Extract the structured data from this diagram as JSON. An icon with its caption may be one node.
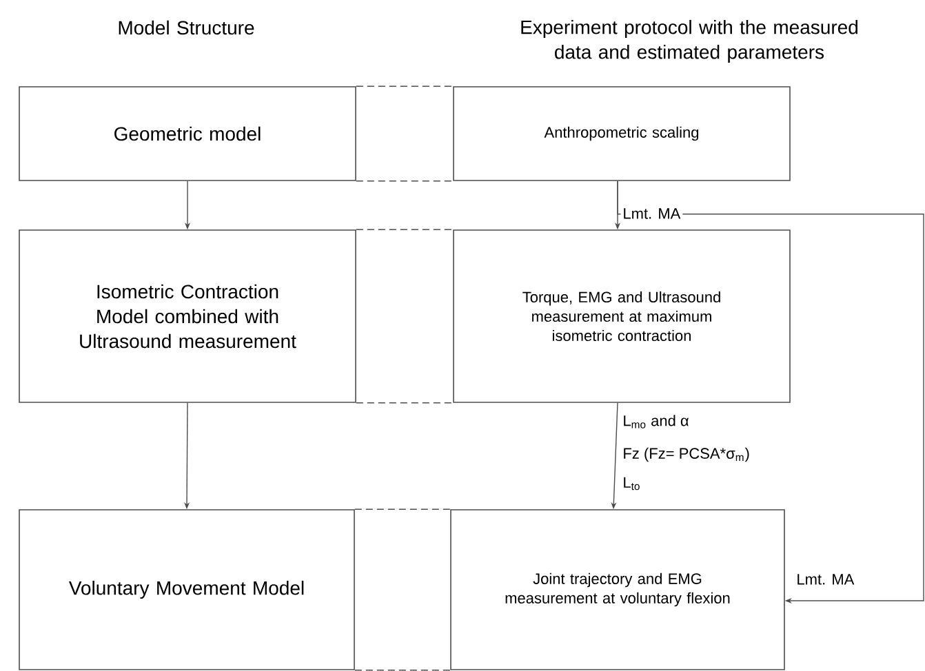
{
  "diagram": {
    "nodes": [
      {
        "text": [
          "Geometric model"
        ]
      },
      {
        "text": [
          "Anthropometric scaling"
        ]
      },
      {
        "text": [
          "Isometric Contraction Model combined with Ultrasound measurement"
        ]
      },
      {
        "text": [
          "Torque, EMG and Ultrasound measurement at maximum isometric contraction"
        ]
      },
      {
        "text": [
          "Voluntary Movement Model"
        ]
      },
      {
        "text": [
          "Joint trajectory and EMG measurement at voluntary flexion"
        ]
      }
    ],
    "edges": [
      {
        "from": 0,
        "to": 1,
        "arrow": "none",
        "style": "dashed"
      },
      {
        "from": 0,
        "to": 1,
        "arrow": "none",
        "style": "dashed"
      },
      {
        "from": 2,
        "to": 3,
        "arrow": "none",
        "style": "dashed"
      },
      {
        "from": 2,
        "to": 3,
        "arrow": "none",
        "style": "dashed"
      },
      {
        "from": 4,
        "to": 5,
        "arrow": "none",
        "style": "dashed"
      },
      {
        "from": 4,
        "to": 5,
        "arrow": "none",
        "style": "dashed"
      },
      {
        "from": 0,
        "to": 2,
        "arrow": "to"
      },
      {
        "from": 2,
        "to": 4,
        "arrow": "to"
      },
      {
        "from": 1,
        "to": 3,
        "arrow": "to",
        "label": "Lmt. MA"
      },
      {
        "from": 3,
        "to": 5,
        "arrow": "to",
        "label": "L$_{mo}$ and α"
      },
      {
        "from": 1,
        "to": 5,
        "arrow": "to",
        "label": "Lmt. MA"
      }
    ],
    "labels": [
      "Model Structure",
      "Experiment protocol with the measured data and estimated parameters",
      "Fz (Fz= PCSA*σ$_{m}$)",
      "L$_{to}$"
    ]
  }
}
